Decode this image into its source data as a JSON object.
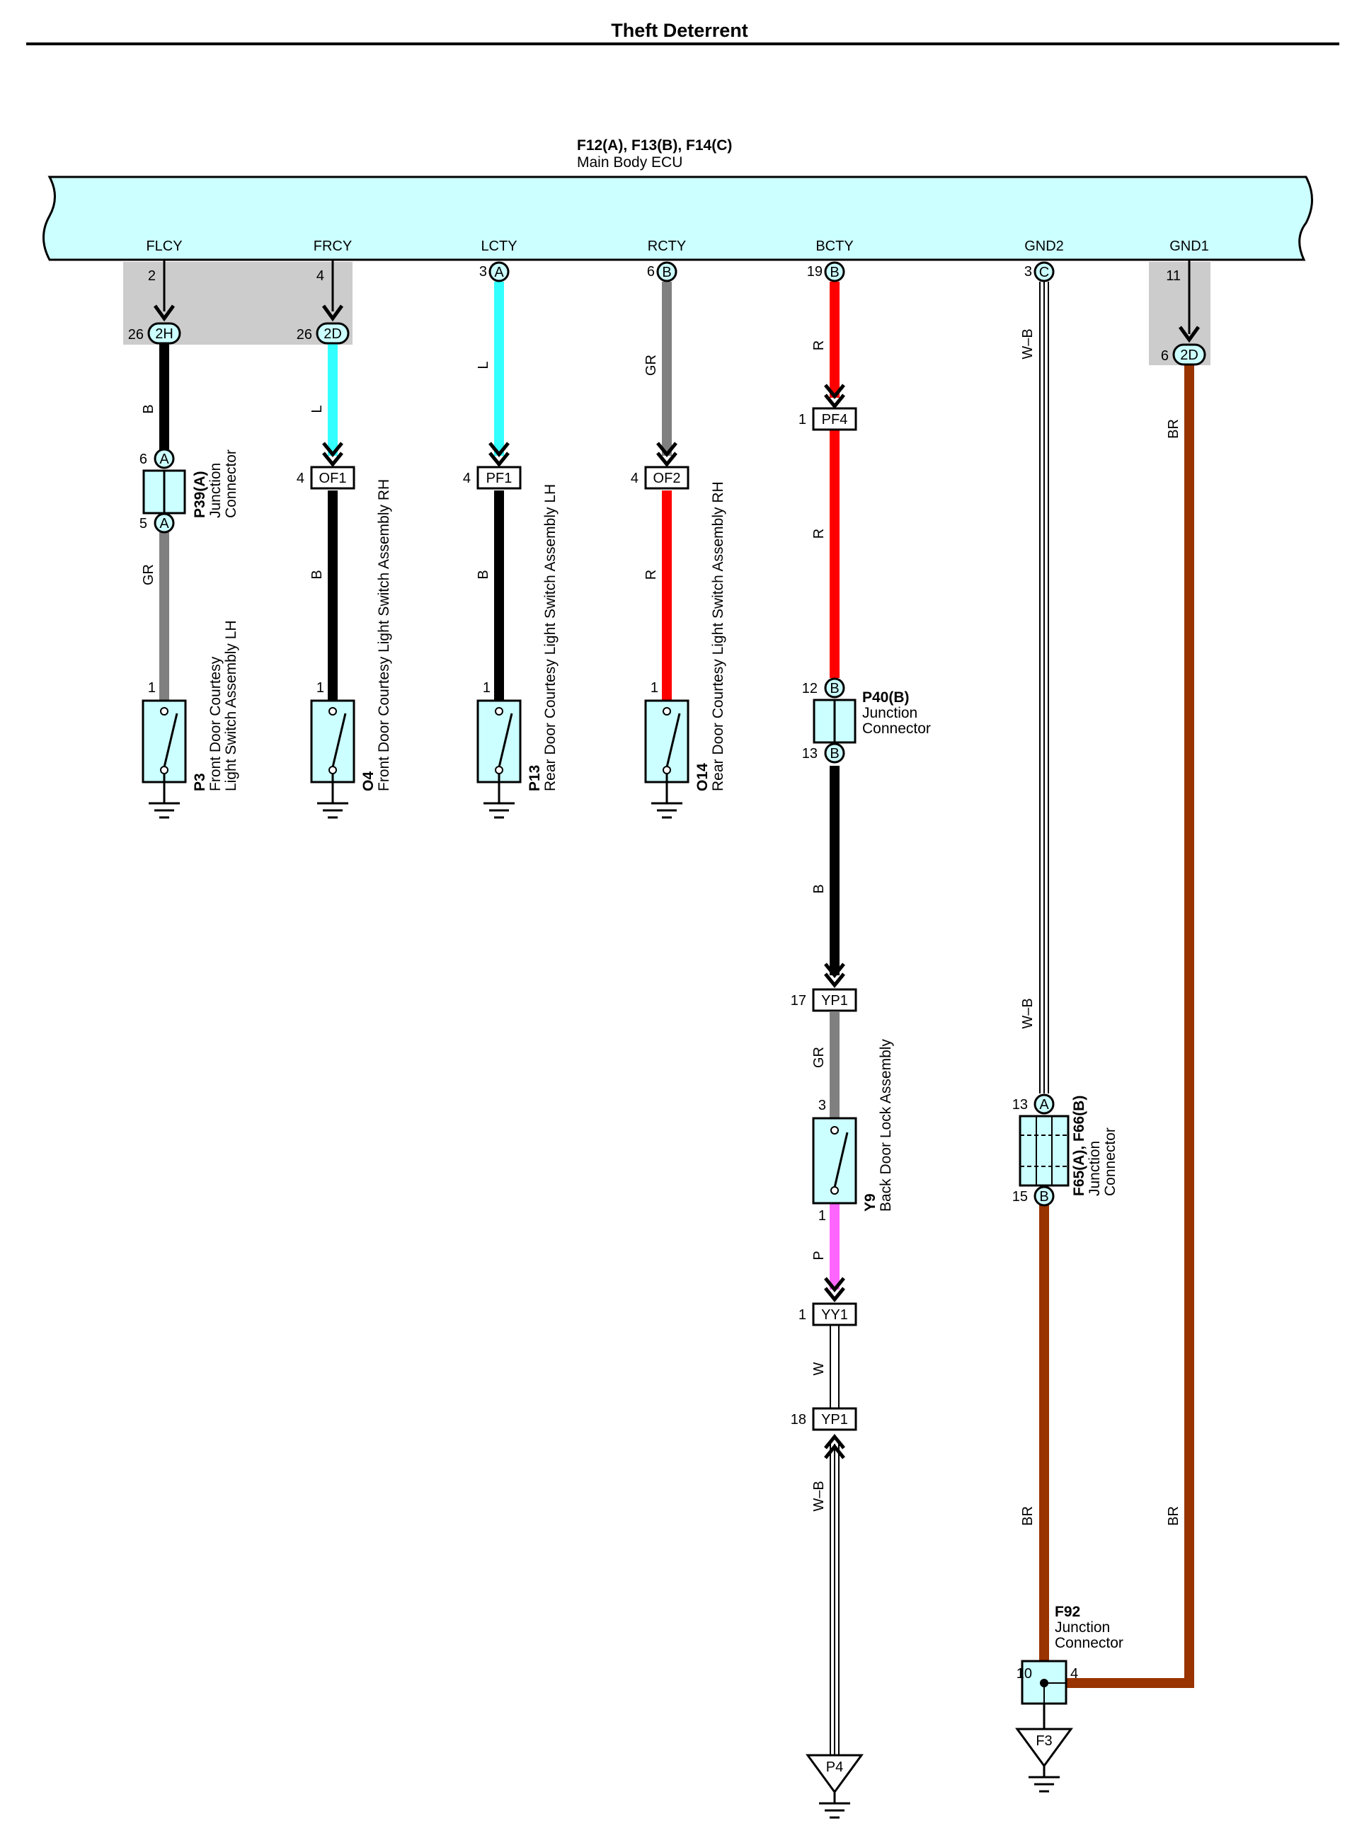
{
  "title": "Theft Deterrent",
  "colors": {
    "ecu_fill": "#ccffff",
    "connector_fill": "#ccffff",
    "shade": "#cccccc",
    "wire_B": "#000000",
    "wire_L": "#33ffff",
    "wire_GR": "#808080",
    "wire_R": "#ff0000",
    "wire_P": "#ff66ff",
    "wire_W": "#ffffff",
    "wire_WB": "#ffffff",
    "wire_BR": "#993300"
  },
  "ecu": {
    "code": "F12(A), F13(B), F14(C)",
    "name": "Main Body ECU",
    "terminals": [
      "FLCY",
      "FRCY",
      "LCTY",
      "RCTY",
      "BCTY",
      "GND2",
      "GND1"
    ]
  },
  "pins": {
    "flcy_ecu": "2",
    "flcy_jc": "26",
    "flcy_jc_code": "2H",
    "frcy_ecu": "4",
    "frcy_jc": "26",
    "frcy_jc_code": "2D",
    "lcty_ecu": "3",
    "lcty_ecu_conn": "A",
    "rcty_ecu": "6",
    "rcty_ecu_conn": "B",
    "bcty_ecu": "19",
    "bcty_ecu_conn": "B",
    "gnd2_ecu": "3",
    "gnd2_ecu_conn": "C",
    "gnd1_ecu": "11",
    "gnd1_jc": "6",
    "gnd1_jc_code": "2D"
  },
  "wires": {
    "flcy_1": "B",
    "flcy_2": "GR",
    "frcy_1": "L",
    "frcy_2": "B",
    "lcty_1": "L",
    "lcty_2": "B",
    "rcty_1": "GR",
    "rcty_2": "R",
    "bcty_1": "R",
    "bcty_2": "R",
    "bcty_3": "B",
    "bcty_4": "GR",
    "bcty_5": "P",
    "bcty_6": "W",
    "bcty_7": "W–B",
    "gnd2_1": "W–B",
    "gnd2_2": "W–B",
    "gnd2_3": "BR",
    "gnd1_1": "BR",
    "gnd1_2": "BR"
  },
  "connectors": {
    "p39": {
      "code": "P39(A)",
      "line1": "Junction",
      "line2": "Connector",
      "pin_top": "6",
      "pin_bottom": "5",
      "conn": "A"
    },
    "of1": {
      "label": "OF1",
      "pin": "4"
    },
    "pf1": {
      "label": "PF1",
      "pin": "4"
    },
    "of2": {
      "label": "OF2",
      "pin": "4"
    },
    "pf4": {
      "label": "PF4",
      "pin": "1"
    },
    "p40": {
      "code": "P40(B)",
      "line1": "Junction",
      "line2": "Connector",
      "pin_top": "12",
      "pin_bottom": "13",
      "conn": "B"
    },
    "yp1a": {
      "label": "YP1",
      "pin": "17"
    },
    "yy1": {
      "label": "YY1",
      "pin": "1"
    },
    "yp1b": {
      "label": "YP1",
      "pin": "18"
    },
    "f65": {
      "code": "F65(A), F66(B)",
      "line1": "Junction",
      "line2": "Connector",
      "pin_top": "13",
      "pin_bottom": "15",
      "conn_top": "A",
      "conn_bottom": "B"
    },
    "f92": {
      "code": "F92",
      "line1": "Junction",
      "line2": "Connector",
      "pin_left": "10",
      "pin_right": "4"
    }
  },
  "switches": {
    "p3": {
      "code": "P3",
      "line1": "Front Door Courtesy",
      "line2": "Light Switch Assembly LH",
      "pin": "1"
    },
    "o4": {
      "code": "O4",
      "name": "Front Door Courtesy Light Switch Assembly RH",
      "pin": "1"
    },
    "p13": {
      "code": "P13",
      "name": "Rear Door Courtesy Light Switch Assembly LH",
      "pin": "1"
    },
    "o14": {
      "code": "O14",
      "name": "Rear Door Courtesy Light Switch Assembly RH",
      "pin": "1"
    },
    "y9": {
      "code": "Y9",
      "name": "Back Door Lock Assembly",
      "pin_top": "3",
      "pin_bottom": "1"
    }
  },
  "grounds": {
    "p4": "P4",
    "f3": "F3"
  }
}
